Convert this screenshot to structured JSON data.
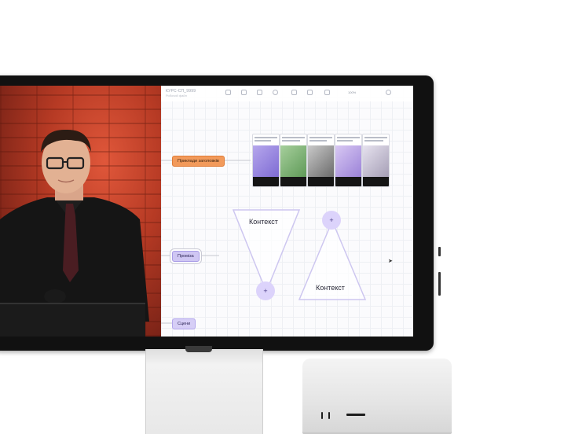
{
  "board": {
    "file_title": "КУРС-СП_9999",
    "file_sub": "Робочий файл",
    "zoom": "100%",
    "nodes": {
      "examples": "Приклади заголовків",
      "promise": "Промiза",
      "scenes": "Сцени"
    },
    "funnel_down_label": "Контекст",
    "funnel_up_label": "Контекст",
    "plus_symbol": "+"
  },
  "icons": [
    "select-tool-icon",
    "frame-tool-icon",
    "text-tool-icon",
    "pen-tool-icon",
    "comment-tool-icon",
    "cursor-icon"
  ],
  "colors": {
    "node_orange": "#f29a5b",
    "node_lilac": "#cfc6f3",
    "funnel_stroke": "#cdc6f0",
    "plus_fill": "#dcd3fb"
  }
}
